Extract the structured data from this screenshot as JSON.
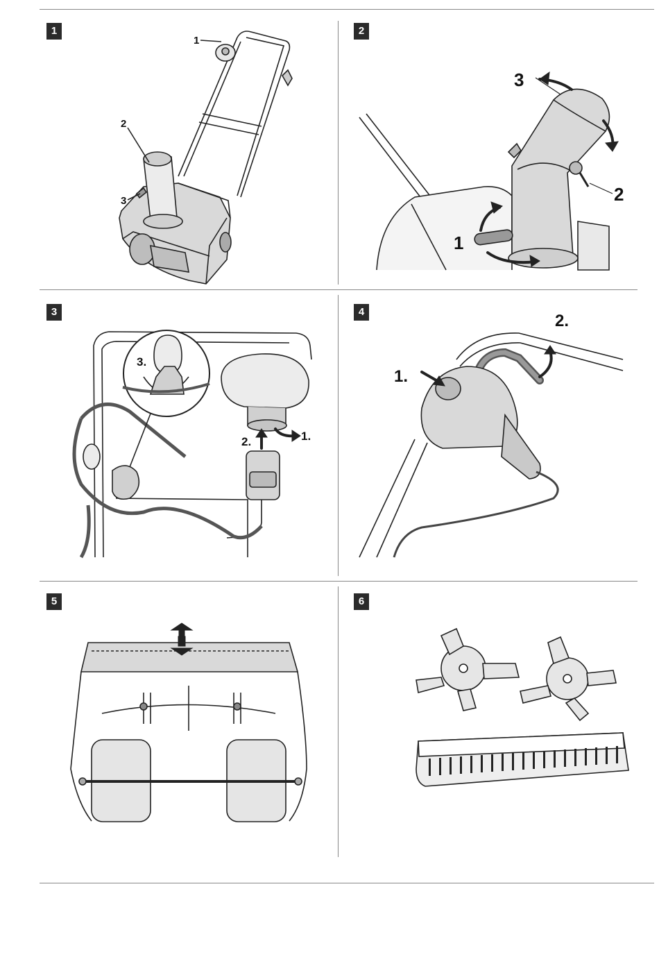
{
  "panels": [
    {
      "number": "1",
      "callouts": [
        "1",
        "2",
        "3"
      ]
    },
    {
      "number": "2",
      "callouts": [
        "1",
        "2",
        "3"
      ]
    },
    {
      "number": "3",
      "callouts": [
        "1.",
        "2.",
        "3."
      ]
    },
    {
      "number": "4",
      "callouts": [
        "1.",
        "2."
      ]
    },
    {
      "number": "5",
      "callouts": []
    },
    {
      "number": "6",
      "callouts": []
    }
  ],
  "colors": {
    "ink": "#222222",
    "fill_light": "#d9d9d9",
    "fill_mid": "#bdbdbd",
    "badge": "#2b2b2b",
    "rule": "#888888"
  }
}
